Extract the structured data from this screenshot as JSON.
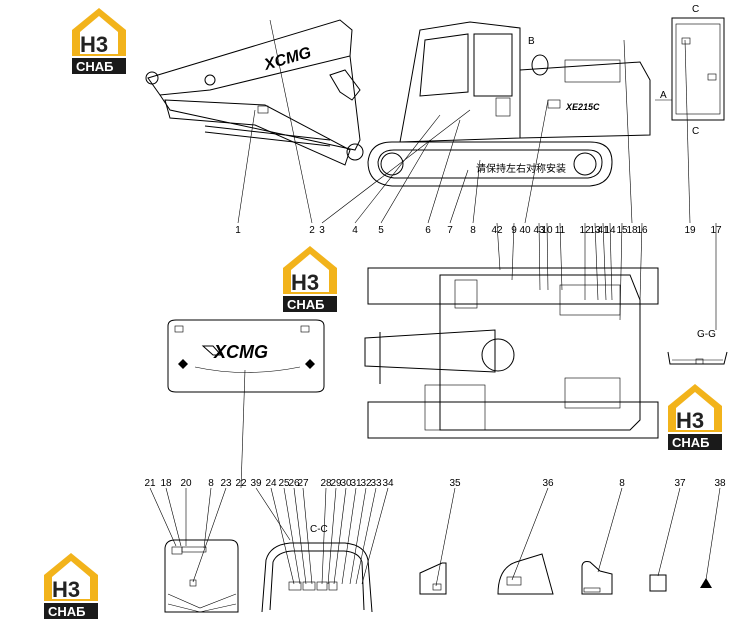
{
  "watermark": {
    "letters": "H3",
    "text": "CHAБ",
    "accent": "#f2b31b",
    "dark": "#1a1a1a"
  },
  "brand": "XCMG",
  "model": "XE215C",
  "track_note": "请保持左右对称安装",
  "section_labels": {
    "b": "B",
    "a": "A",
    "c_top": "C",
    "c_bottom": "C",
    "gg": "G-G",
    "cc": "C-C"
  },
  "callouts_row1": [
    "1",
    "2",
    "3",
    "4",
    "5",
    "6",
    "7",
    "8",
    "40",
    "42",
    "9",
    "43",
    "10",
    "11",
    "12",
    "13",
    "41",
    "14",
    "15",
    "16",
    "18",
    "19",
    "17"
  ],
  "callouts_row3": [
    "21",
    "18",
    "20",
    "8",
    "23",
    "22",
    "39",
    "24",
    "25",
    "26",
    "27",
    "28",
    "29",
    "30",
    "31",
    "32",
    "33",
    "34",
    "35",
    "36",
    "8",
    "37",
    "38"
  ],
  "colors": {
    "line": "#000000",
    "background": "#ffffff"
  }
}
